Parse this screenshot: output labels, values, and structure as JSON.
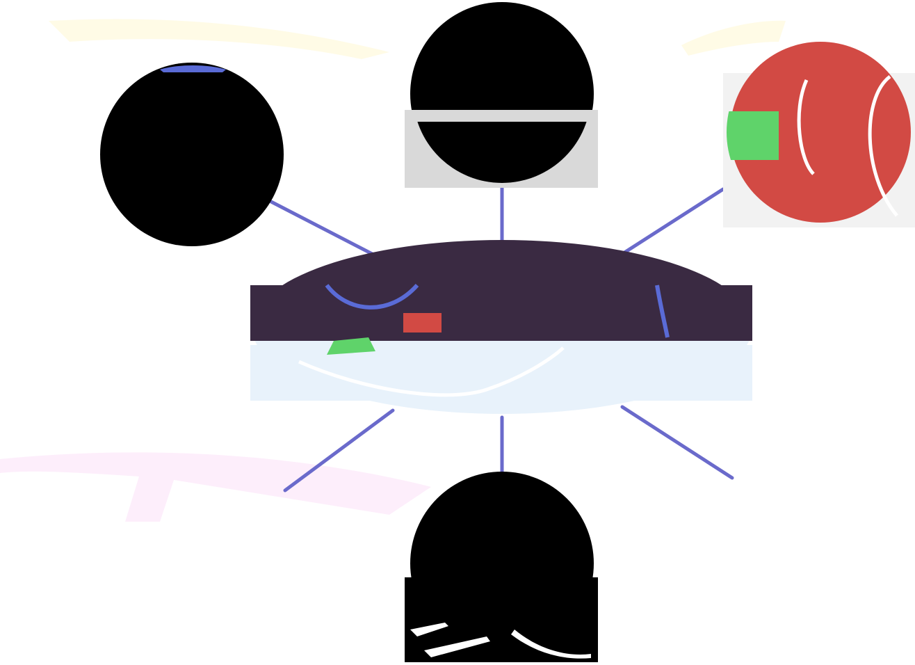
{
  "diagram": {
    "center": {
      "label": ""
    },
    "nodes": [
      {
        "id": "top-left",
        "label": "",
        "color": "#000000"
      },
      {
        "id": "top-center",
        "label": "",
        "color": "#000000"
      },
      {
        "id": "top-right",
        "label": "",
        "color": "#d24a44"
      },
      {
        "id": "bottom-center",
        "label": "",
        "color": "#000000"
      }
    ],
    "colors": {
      "connector": "#6a6acb",
      "hub_top": "#3a2a42",
      "hub_bottom": "#e8f2fb",
      "watermark_yellow": "#fffbe6",
      "watermark_pink": "#fdeefb",
      "accent_green": "#5fd36a",
      "accent_blue": "#5a6bd6"
    }
  }
}
